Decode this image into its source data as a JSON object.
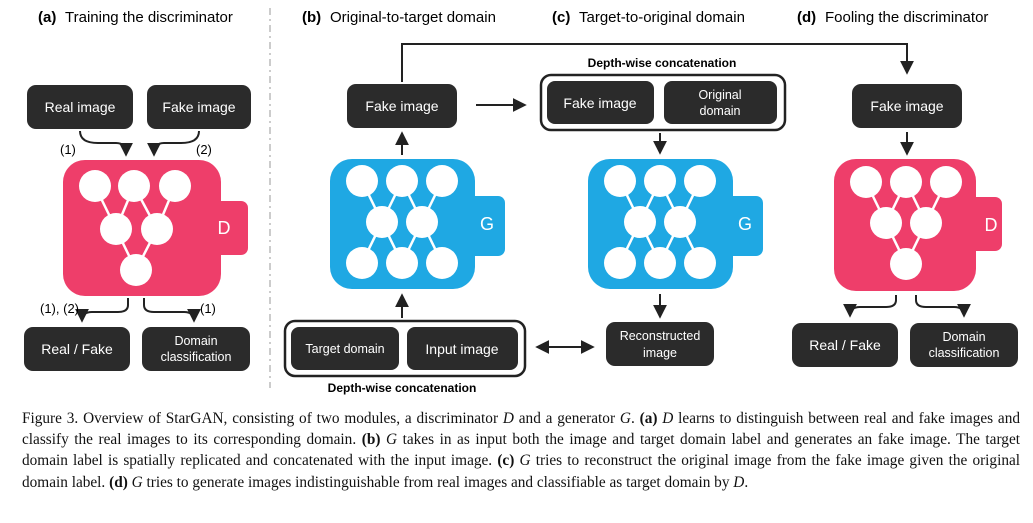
{
  "panels": {
    "a": {
      "letter": "(a)",
      "title": "Training the discriminator"
    },
    "b": {
      "letter": "(b)",
      "title": "Original-to-target domain"
    },
    "c": {
      "letter": "(c)",
      "title": "Target-to-original domain"
    },
    "d": {
      "letter": "(d)",
      "title": "Fooling the discriminator"
    }
  },
  "boxes": {
    "real_image": "Real image",
    "fake_image": "Fake image",
    "real_fake": "Real / Fake",
    "domain_classification": [
      "Domain",
      "classification"
    ],
    "original_domain": [
      "Original",
      "domain"
    ],
    "target_domain": "Target domain",
    "input_image": "Input image",
    "reconstructed_image": [
      "Reconstructed",
      "image"
    ],
    "depthwise": "Depth-wise concatenation"
  },
  "edge_labels": {
    "one": "(1)",
    "two": "(2)",
    "one_two": "(1), (2)"
  },
  "networks": {
    "discriminator": "D",
    "generator": "G"
  },
  "caption": {
    "figure": "Figure 3.",
    "intro": "Overview of StarGAN, consisting of two modules, a discriminator",
    "d_sym": "D",
    "and_gen": "and a generator",
    "g_sym": "G",
    "a_tag": "(a)",
    "a_text": "learns to distinguish between real and fake images and classify the real images to its corresponding domain.",
    "b_tag": "(b)",
    "b_text": "takes in as input both the image and target domain label and generates an fake image. The target domain label is spatially replicated and concatenated with the input image.",
    "c_tag": "(c)",
    "c_text": "tries to reconstruct the original image from the fake image given the original domain label.",
    "d_tag": "(d)",
    "d_text": "tries to generate images indistinguishable from real images and classifiable as target domain by",
    "end": "."
  },
  "colors": {
    "discriminator": "#ee3e6a",
    "generator": "#1fa8e3",
    "box": "#2b2b2b",
    "divider": "#bbbbbb"
  }
}
